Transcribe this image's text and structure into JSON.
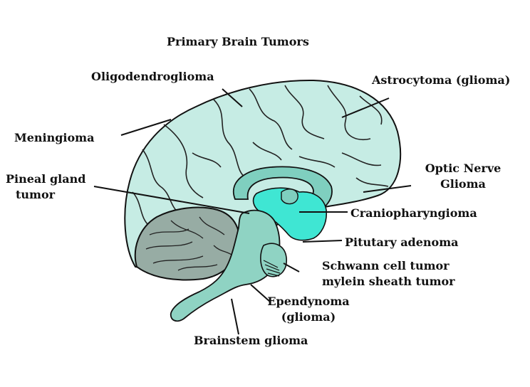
{
  "title": "Primary Brain Tumors",
  "labels": {
    "oligodendroglioma": "Oligodendroglioma",
    "astrocytoma": "Astrocytoma (glioma)",
    "meningioma": "Meningioma",
    "pineal_1": "Pineal gland",
    "pineal_2": "tumor",
    "optic_1": "Optic Nerve",
    "optic_2": "Glioma",
    "craniopharyngioma": "Craniopharyngioma",
    "pituitary": "Pitutary adenoma",
    "schwann_1": "Schwann cell tumor",
    "schwann_2": "mylein sheath tumor",
    "ependymoma_1": "Ependynoma",
    "ependymoma_2": "(glioma)",
    "brainstem": "Brainstem glioma"
  },
  "colors": {
    "cerebrum": "#c6ece4",
    "cerebellum": "#97aca4",
    "brainstem": "#8fd3c3",
    "corpus_callosum": "#7fcfbf",
    "pituitary": "#3fe6d3",
    "outline": "#111111"
  }
}
